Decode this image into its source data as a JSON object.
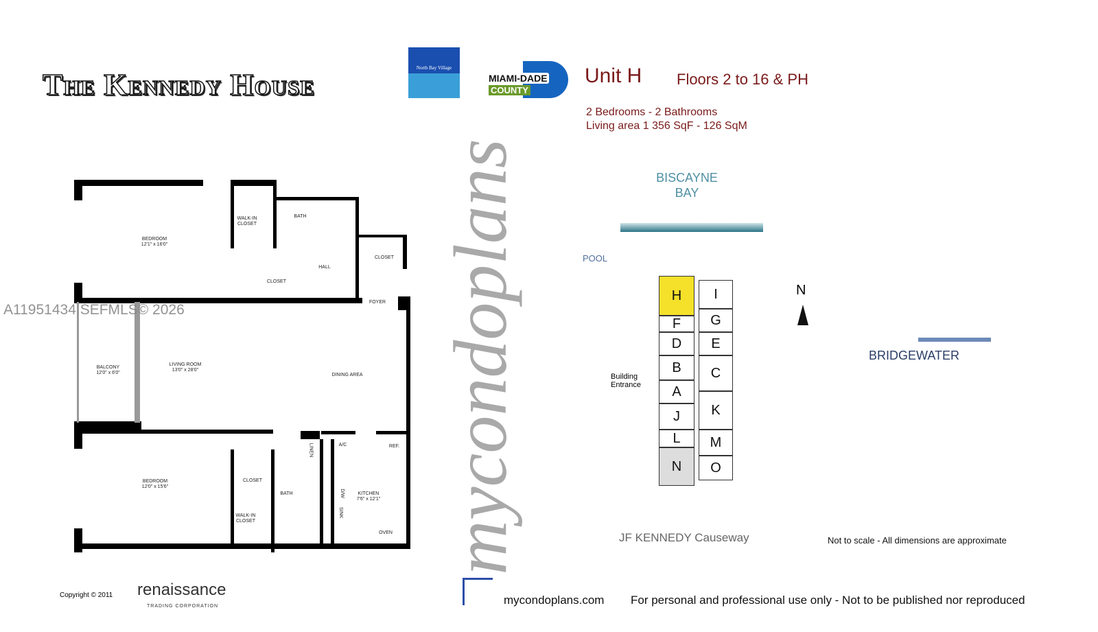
{
  "header": {
    "title": "The Kennedy House",
    "north_bay_logo": "North Bay Village",
    "miami_dade_logo": "MIAMI-DADE",
    "county_logo": "COUNTY",
    "unit": "Unit H",
    "floors": "Floors 2 to 16 & PH",
    "bedrooms": "2 Bedrooms - 2 Bathrooms",
    "living_area": "Living area  1 356 SqF - 126 SqM"
  },
  "watermark": {
    "mls": "A11951434  SEFMLS© 2026",
    "brand": "mycondoplans"
  },
  "floorplan": {
    "rooms": [
      {
        "name": "BEDROOM",
        "dim": "12'1\" x 16'0\""
      },
      {
        "name": "WALK-IN CLOSET"
      },
      {
        "name": "BATH"
      },
      {
        "name": "CLOSET"
      },
      {
        "name": "HALL"
      },
      {
        "name": "CLOSET"
      },
      {
        "name": "FOYER"
      },
      {
        "name": "BALCONY",
        "dim": "12'0\" x 6'0\""
      },
      {
        "name": "LIVING ROOM",
        "dim": "13'0\" x 28'0\""
      },
      {
        "name": "DINING AREA"
      },
      {
        "name": "BEDROOM",
        "dim": "12'0\" x 15'6\""
      },
      {
        "name": "CLOSET"
      },
      {
        "name": "WALK-IN CLOSET"
      },
      {
        "name": "BATH"
      },
      {
        "name": "LINEN"
      },
      {
        "name": "A/C"
      },
      {
        "name": "REF."
      },
      {
        "name": "KITCHEN",
        "dim": "7'6\" x 12'1\""
      },
      {
        "name": "D/W"
      },
      {
        "name": "SINK"
      },
      {
        "name": "OVEN"
      }
    ]
  },
  "site": {
    "bay": "BISCAYNE BAY",
    "pool": "POOL",
    "north": "N",
    "entrance": "Building Entrance",
    "bridgewater": "BRIDGEWATER",
    "causeway": "JF KENNEDY Causeway",
    "note": "Not to scale - All dimensions are approximate",
    "left_units": [
      "H",
      "F",
      "D",
      "B",
      "A",
      "J",
      "L",
      "N"
    ],
    "right_units": [
      "I",
      "G",
      "E",
      "C",
      "K",
      "M",
      "O"
    ],
    "highlighted_unit": "H",
    "highlight_color": "#f5e12a"
  },
  "footer": {
    "copyright": "Copyright ©  2011",
    "renaissance": "renaissance",
    "renaissance_sub": "TRADING CORPORATION",
    "site": "mycondoplans.com",
    "notice": "For personal and professional use only - Not to be published nor reproduced"
  }
}
